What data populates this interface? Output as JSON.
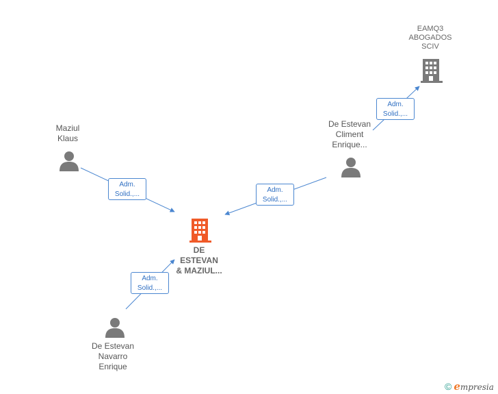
{
  "nodes": {
    "center": {
      "name_lines": [
        "DE",
        "ESTEVAN",
        "& MAZIUL..."
      ],
      "icon": "building-icon",
      "color": "#f05a28"
    },
    "eamq3": {
      "name_lines": [
        "EAMQ3",
        "ABOGADOS",
        "SCIV"
      ],
      "icon": "building-icon",
      "color": "#7a7a7a"
    },
    "maziul": {
      "name_lines": [
        "Maziul",
        "Klaus"
      ],
      "icon": "person-icon",
      "color": "#7a7a7a"
    },
    "climent": {
      "name_lines": [
        "De Estevan",
        "Climent",
        "Enrique..."
      ],
      "icon": "person-icon",
      "color": "#7a7a7a"
    },
    "navarro": {
      "name_lines": [
        "De Estevan",
        "Navarro",
        "Enrique"
      ],
      "icon": "person-icon",
      "color": "#7a7a7a"
    }
  },
  "edges": {
    "climent_to_eamq3": {
      "line1": "Adm.",
      "line2": "Solid.,..."
    },
    "maziul_to_center": {
      "line1": "Adm.",
      "line2": "Solid.,..."
    },
    "climent_to_center": {
      "line1": "Adm.",
      "line2": "Solid.,..."
    },
    "navarro_to_center": {
      "line1": "Adm.",
      "line2": "Solid.,..."
    }
  },
  "footer": {
    "copyright_symbol": "©",
    "brand_initial": "e",
    "brand_rest": "mpresia"
  },
  "colors": {
    "edge": "#4a86d0",
    "edge_text": "#2f6fc2",
    "accent": "#f05a28"
  }
}
